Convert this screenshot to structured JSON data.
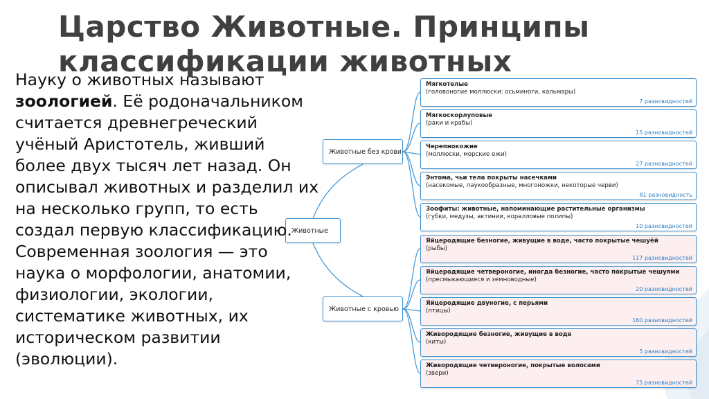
{
  "slide": {
    "title_line1": "Царство Животные. Принципы",
    "title_line2": "классификации животных",
    "body": {
      "part1": "Науку о животных называют ",
      "bold": "зоологией",
      "part2": ". Её родоначальником считается древнегреческий учёный Аристотель, живший более двух тысяч лет назад. Он описывал животных и разделил их на несколько групп, то есть создал первую классификацию. Современная зоология — это наука о морфологии, анатомии, физиологии, экологии, систематике животных, их историческом развитии (эволюции)."
    }
  },
  "diagram": {
    "root": "Животные",
    "cat_no_blood": "Животные без крови",
    "cat_blood": "Животные с кровью",
    "leaves": [
      {
        "title": "Мягкотелые",
        "sub": "(головоногие моллюски: осьминоги, кальмары)",
        "count": "7 разновидностей"
      },
      {
        "title": "Мягкоскорлуповые",
        "sub": "(раки и крабы)",
        "count": "15 разновидностей"
      },
      {
        "title": "Черепнокожие",
        "sub": "(моллюски, морские ежи)",
        "count": "27 разновидностей"
      },
      {
        "title": "Энтома, чьи тела покрыты насечками",
        "sub": "(насекомые, паукообразные, многоножки, некоторые черви)",
        "count": "81 разновидность"
      },
      {
        "title": "Зоофиты: животные, напоминающие растительные организмы",
        "sub": "(губки, медузы, актинии, коралловые полипы)",
        "count": "10 разновидностей"
      },
      {
        "title": "Яйцеродящие безногие, живущие в воде, часто покрытые чешуёй",
        "sub": "(рыбы)",
        "count": "117 разновидностей"
      },
      {
        "title": "Яйцеродящие четвероногие, иногда безногие, часто покрытые чешуями",
        "sub": "(пресмыкающиеся и земноводные)",
        "count": "20 разновидностей"
      },
      {
        "title": "Яйцеродящие двуногие, с перьями",
        "sub": "(птицы)",
        "count": "160 разновидностей"
      },
      {
        "title": "Живородящие безногие, живущие в воде",
        "sub": "(киты)",
        "count": "5 разновидностей"
      },
      {
        "title": "Живородящие четвероногие, покрытые волосами",
        "sub": "(звери)",
        "count": "75 разновидностей"
      }
    ],
    "colors": {
      "border": "#3a8fd0",
      "connector": "#4a9ad6",
      "blood_fill": "#fdeef0",
      "count_text": "#2b7fc4"
    }
  }
}
